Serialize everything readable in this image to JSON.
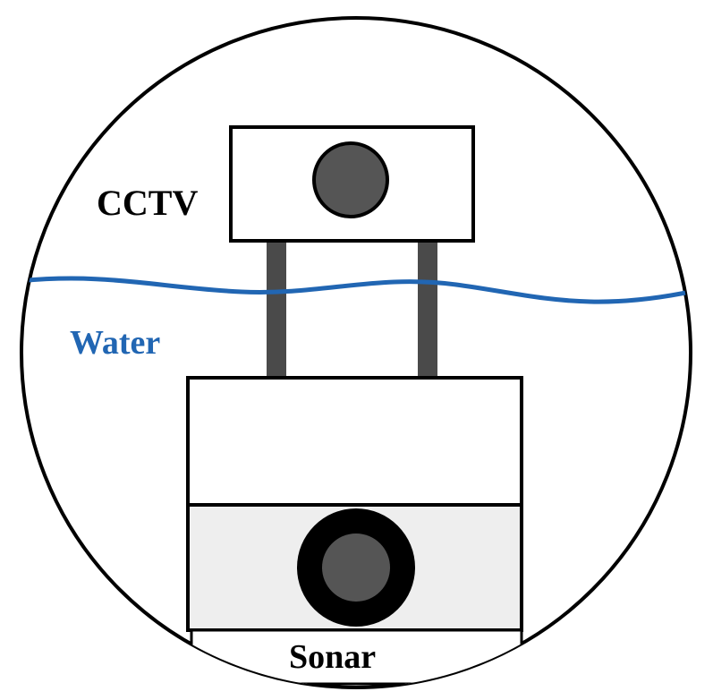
{
  "labels": {
    "cctv": "CCTV",
    "water": "Water",
    "sonar": "Sonar"
  },
  "colors": {
    "outline": "#000000",
    "water_line": "#2166b3",
    "water_label": "#2166b3",
    "lens": "#555555",
    "lens_ring": "#000000",
    "support_rod": "#4a4a4a",
    "sonar_housing": "#eeeeee",
    "body_fill": "#ffffff"
  },
  "icons": {
    "camera_lens": "camera-lens-icon",
    "sonar_transducer": "sonar-transducer-icon"
  }
}
